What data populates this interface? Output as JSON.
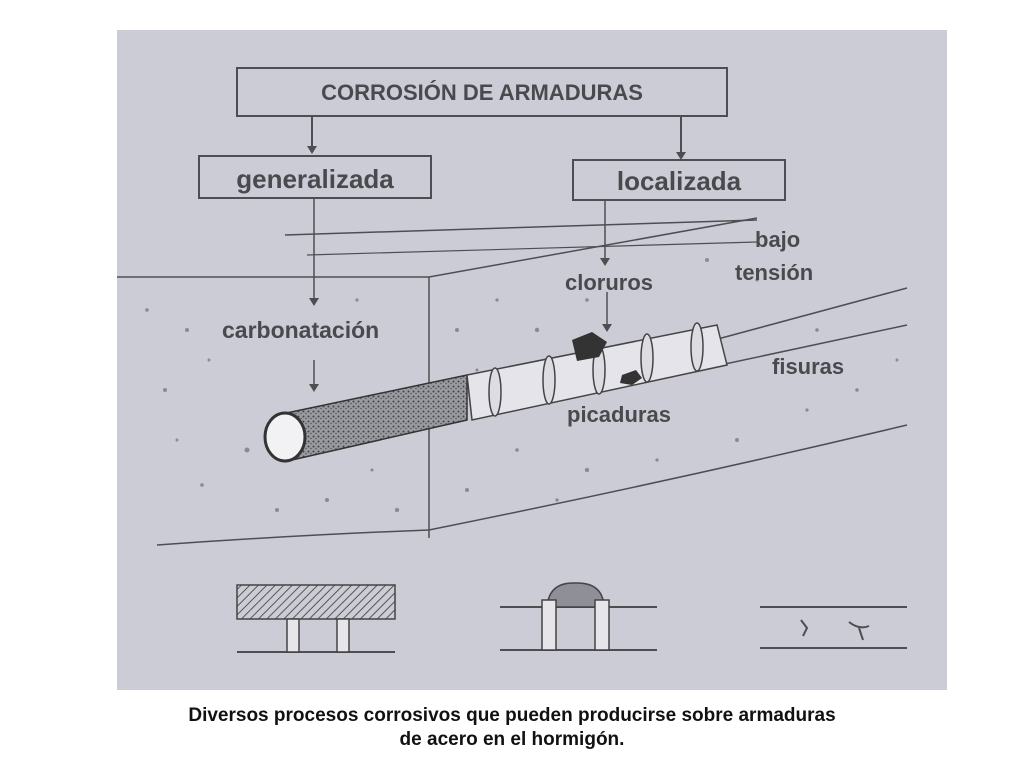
{
  "diagram": {
    "title": "CORROSIÓN DE ARMADURAS",
    "types": {
      "general": "generalizada",
      "local": "localizada"
    },
    "labels": {
      "carbonation": "carbonatación",
      "chlorides": "cloruros",
      "under_tension_1": "bajo",
      "under_tension_2": "tensión",
      "cracks": "fisuras",
      "pitting": "picaduras"
    },
    "colors": {
      "background": "#ccccd6",
      "ink": "#4a4a4e",
      "caption": "#111111"
    }
  },
  "caption": {
    "line1": "Diversos procesos corrosivos que pueden producirse sobre armaduras",
    "line2": "de acero en el hormigón."
  }
}
